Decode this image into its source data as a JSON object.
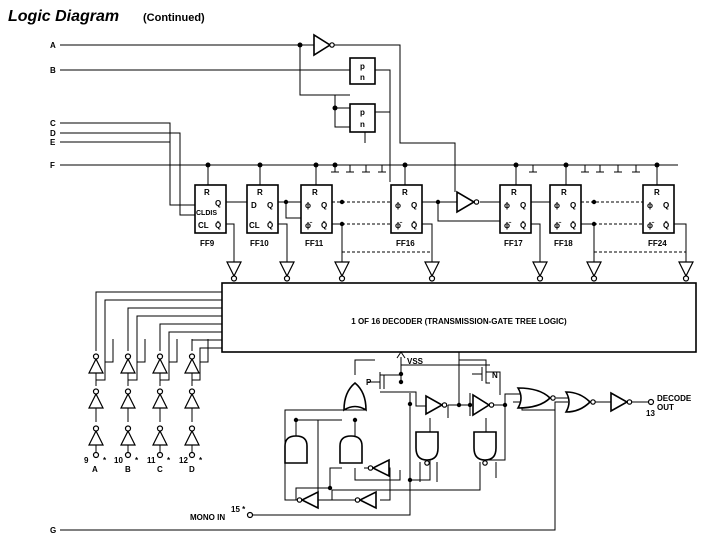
{
  "title": "Logic Diagram",
  "subtitle": "(Continued)",
  "inputs": {
    "a": "A",
    "b": "B",
    "c": "C",
    "d": "D",
    "e": "E",
    "f": "F",
    "g": "G"
  },
  "flip_flops": {
    "ff9": "FF9",
    "ff10": "FF10",
    "ff11": "FF11",
    "ff16": "FF16",
    "ff17": "FF17",
    "ff18": "FF18",
    "ff24": "FF24"
  },
  "ff_pins": {
    "r": "R",
    "d": "D",
    "q": "Q",
    "q_bar": "Q̄",
    "cl": "CL",
    "cldis": "CLDIS",
    "phi": "ϕ",
    "phi_bar": "ϕ̄"
  },
  "tgate": {
    "p": "p",
    "n": "n"
  },
  "decoder": {
    "label": "1 OF 16 DECODER (TRANSMISSION-GATE TREE LOGIC)"
  },
  "supply": {
    "vss": "VSS",
    "p": "P",
    "n": "N"
  },
  "outputs": {
    "decode_line1": "DECODE",
    "decode_line2": "OUT",
    "decode_pin": "13",
    "mono_in": "MONO IN",
    "mono_pin": "15 *"
  },
  "bottom_pins": [
    {
      "pin": "9",
      "star": "*",
      "name": "A"
    },
    {
      "pin": "10",
      "star": "*",
      "name": "B"
    },
    {
      "pin": "11",
      "star": "*",
      "name": "C"
    },
    {
      "pin": "12",
      "star": "*",
      "name": "D"
    }
  ]
}
